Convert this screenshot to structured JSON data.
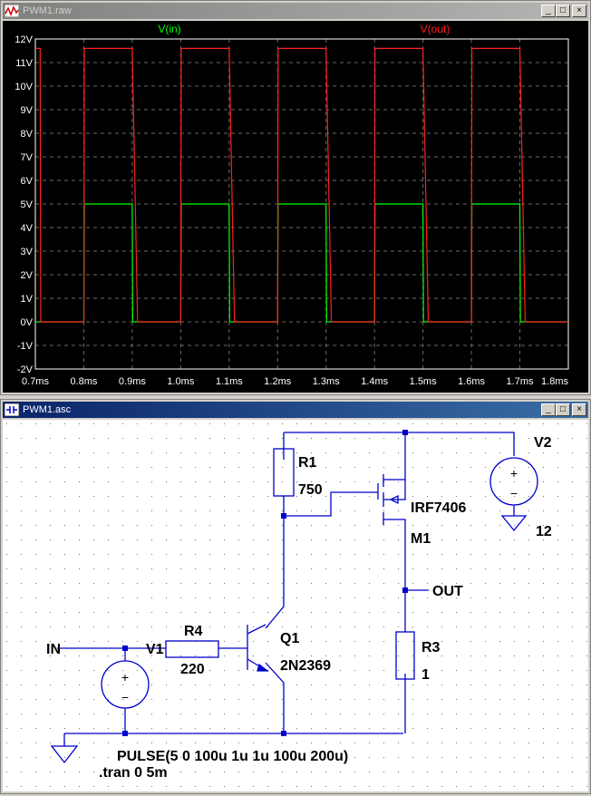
{
  "waveform_window": {
    "title": "PWM1.raw",
    "traces": [
      {
        "name": "V(in)",
        "color": "#00ff00"
      },
      {
        "name": "V(out)",
        "color": "#ff2020"
      }
    ],
    "y_ticks": [
      "12V",
      "11V",
      "10V",
      "9V",
      "8V",
      "7V",
      "6V",
      "5V",
      "4V",
      "3V",
      "2V",
      "1V",
      "0V",
      "-1V",
      "-2V"
    ],
    "x_ticks": [
      "0.7ms",
      "0.8ms",
      "0.9ms",
      "1.0ms",
      "1.1ms",
      "1.2ms",
      "1.3ms",
      "1.4ms",
      "1.5ms",
      "1.6ms",
      "1.7ms",
      "1.8ms"
    ]
  },
  "chart_data": {
    "type": "line",
    "xlabel": "",
    "ylabel": "",
    "xlim": [
      0.7,
      1.8
    ],
    "ylim": [
      -2,
      12
    ],
    "x_unit": "ms",
    "y_unit": "V",
    "series": [
      {
        "name": "V(in)",
        "color": "#00ff00",
        "x": [
          0.7,
          0.7,
          0.8,
          0.801,
          0.9,
          0.901,
          1.0,
          1.001,
          1.1,
          1.101,
          1.2,
          1.201,
          1.3,
          1.301,
          1.4,
          1.401,
          1.5,
          1.501,
          1.6,
          1.601,
          1.7,
          1.701,
          1.8
        ],
        "y": [
          0.0,
          0.0,
          0.0,
          5.0,
          5.0,
          0.0,
          0.0,
          5.0,
          5.0,
          0.0,
          0.0,
          5.0,
          5.0,
          0.0,
          0.0,
          5.0,
          5.0,
          0.0,
          0.0,
          5.0,
          5.0,
          0.0,
          0.0
        ]
      },
      {
        "name": "V(out)",
        "color": "#ff2020",
        "x": [
          0.7,
          0.7,
          0.71,
          0.711,
          0.8,
          0.801,
          0.9,
          0.911,
          1.0,
          1.001,
          1.1,
          1.111,
          1.2,
          1.201,
          1.3,
          1.311,
          1.4,
          1.401,
          1.5,
          1.511,
          1.6,
          1.601,
          1.7,
          1.711,
          1.8
        ],
        "y": [
          11.6,
          11.6,
          11.6,
          0.0,
          0.0,
          11.6,
          11.6,
          0.0,
          0.0,
          11.6,
          11.6,
          0.0,
          0.0,
          11.6,
          11.6,
          0.0,
          0.0,
          11.6,
          11.6,
          0.0,
          0.0,
          11.6,
          11.6,
          0.0,
          0.0
        ]
      }
    ]
  },
  "schematic_window": {
    "title": "PWM1.asc",
    "components": {
      "r1": {
        "name": "R1",
        "value": "750"
      },
      "r3": {
        "name": "R3",
        "value": "1"
      },
      "r4": {
        "name": "R4",
        "value": "220"
      },
      "q1": {
        "name": "Q1",
        "model": "2N2369"
      },
      "m1": {
        "name": "M1",
        "model": "IRF7406"
      },
      "v1": {
        "name": "V1"
      },
      "v2": {
        "name": "V2",
        "value": "12"
      }
    },
    "net_labels": {
      "in": "IN",
      "out": "OUT"
    },
    "directives": {
      "pulse": "PULSE(5 0 100u 1u 1u 100u 200u)",
      "tran": ".tran 0 5m"
    },
    "symbols": {
      "plus": "+",
      "minus": "−"
    }
  },
  "window_buttons": {
    "minimize": "_",
    "maximize": "□",
    "close": "×"
  }
}
